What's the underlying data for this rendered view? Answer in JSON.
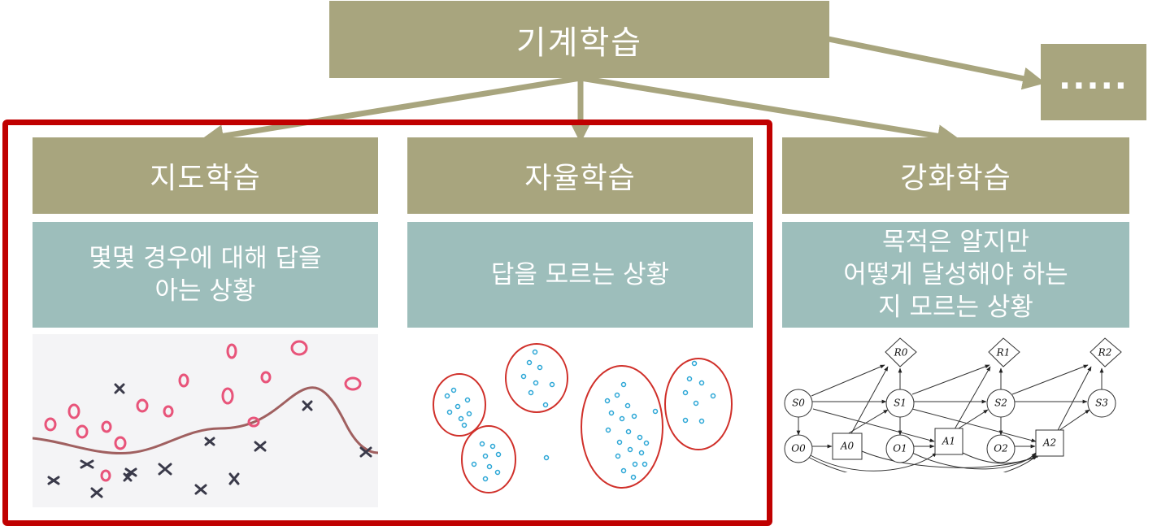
{
  "title": "기계학습",
  "more": ".....",
  "categories": [
    {
      "heading": "지도학습",
      "description": "몇몇 경우에 대해 답을\n아는 상황"
    },
    {
      "heading": "자율학습",
      "description": "답을 모르는 상황"
    },
    {
      "heading": "강화학습",
      "description": "목적은 알지만\n어떻게 달성해야 하는\n지 모르는 상황"
    }
  ],
  "rl_graph": {
    "states": [
      "S0",
      "S1",
      "S2",
      "S3"
    ],
    "observations": [
      "O0",
      "O1",
      "O2"
    ],
    "actions": [
      "A0",
      "A1",
      "A2"
    ],
    "rewards": [
      "R0",
      "R1",
      "R2"
    ]
  },
  "colors": {
    "olive": "#a8a57e",
    "teal": "#9dbebb",
    "highlight": "#c00000",
    "positive_marks": "#e8547a",
    "negative_marks": "#3a3a4a",
    "cluster_outline": "#d0302a",
    "cluster_points": "#2aa6d6"
  }
}
